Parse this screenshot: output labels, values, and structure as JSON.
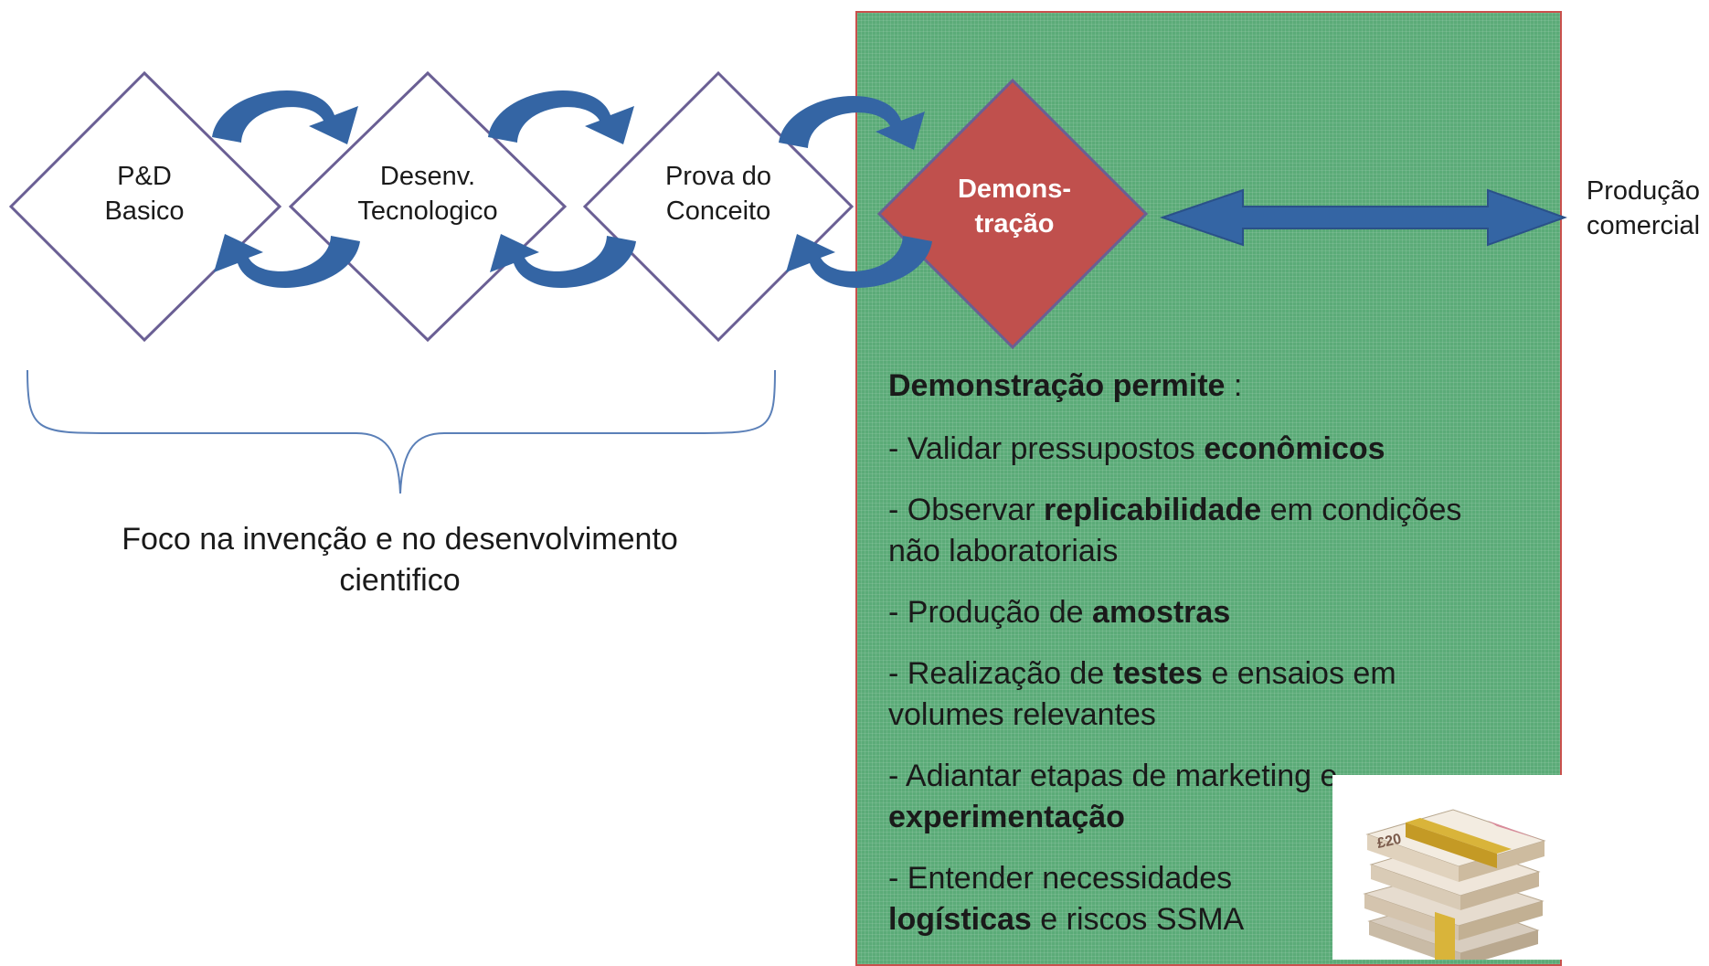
{
  "stages": [
    {
      "line1": "P&D",
      "line2": "Basico"
    },
    {
      "line1": "Desenv.",
      "line2": "Tecnologico"
    },
    {
      "line1": "Prova do",
      "line2": "Conceito"
    },
    {
      "line1": "Demons-",
      "line2": "tração"
    }
  ],
  "production": {
    "line1": "Produção",
    "line2": "comercial"
  },
  "focus_caption": {
    "line1": "Foco na invenção e no desenvolvimento",
    "line2": "cientifico"
  },
  "demo_panel": {
    "heading_bold": "Demonstração permite",
    "heading_rest": " :",
    "items": [
      {
        "pre": "- Validar pressupostos ",
        "bold": "econômicos",
        "post": ""
      },
      {
        "pre": "- Observar ",
        "bold": "replicabilidade",
        "post": " em condições não laboratoriais"
      },
      {
        "pre": "- Produção de ",
        "bold": "amostras",
        "post": ""
      },
      {
        "pre": "- Realização de ",
        "bold": "testes",
        "post": " e ensaios em volumes relevantes"
      },
      {
        "pre": "- Adiantar etapas de marketing e ",
        "bold": "experimentação",
        "post": ""
      },
      {
        "pre": "- Entender necessidades ",
        "bold": "logísticas",
        "post": " e riscos SSMA"
      }
    ]
  },
  "money_note": "£20",
  "colors": {
    "diamond_border": "#6a5f94",
    "demo_fill": "#c0504d",
    "arrow_blue": "#3465a4",
    "panel_green": "#5bab78",
    "panel_border": "#c9504c",
    "brace": "#5b80b8"
  }
}
